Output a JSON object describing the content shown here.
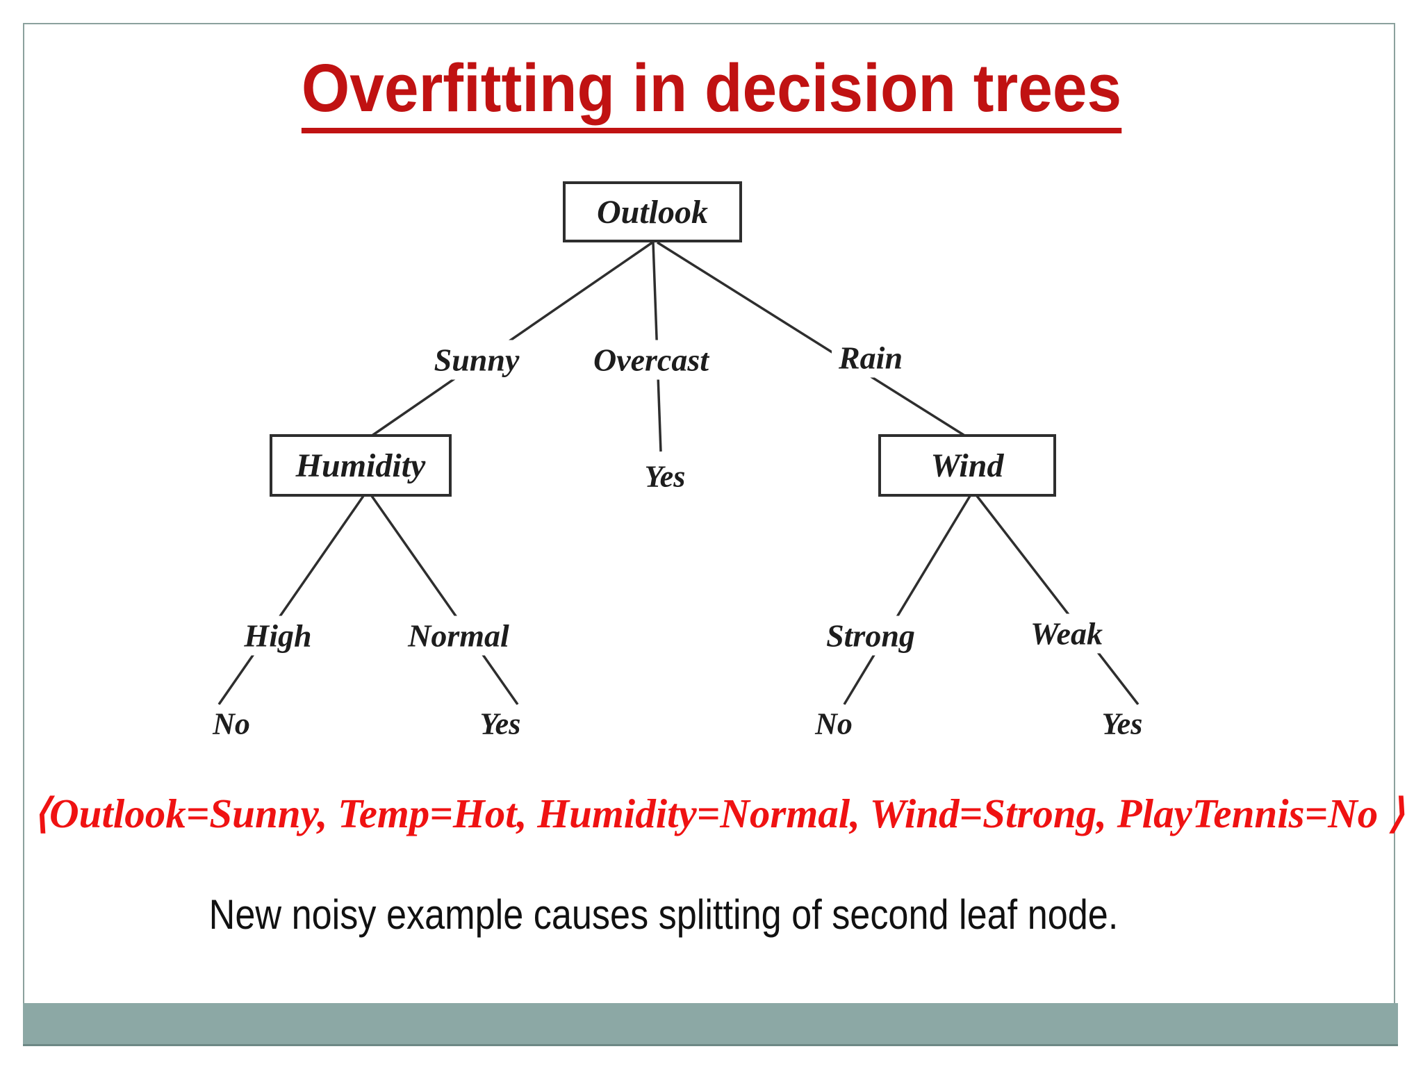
{
  "slide": {
    "title": "Overfitting in decision trees",
    "example_tuple": "⟨Outlook=Sunny, Temp=Hot, Humidity=Normal, Wind=Strong, PlayTennis=No ⟩",
    "caption": "New noisy example causes splitting of second leaf node."
  },
  "tree": {
    "root": "Outlook",
    "children": [
      {
        "edge": "Sunny",
        "node": "Humidity",
        "children": [
          {
            "edge": "High",
            "node": "No"
          },
          {
            "edge": "Normal",
            "node": "Yes"
          }
        ]
      },
      {
        "edge": "Overcast",
        "node": "Yes"
      },
      {
        "edge": "Rain",
        "node": "Wind",
        "children": [
          {
            "edge": "Strong",
            "node": "No"
          },
          {
            "edge": "Weak",
            "node": "Yes"
          }
        ]
      }
    ]
  },
  "colors": {
    "title_red": "#c01212",
    "tuple_red": "#ef1212",
    "footer_teal": "#8ca8a5",
    "footer_edge": "#6d8885",
    "frame_border": "#8ba19d",
    "tree_ink": "#2e2e2e"
  }
}
